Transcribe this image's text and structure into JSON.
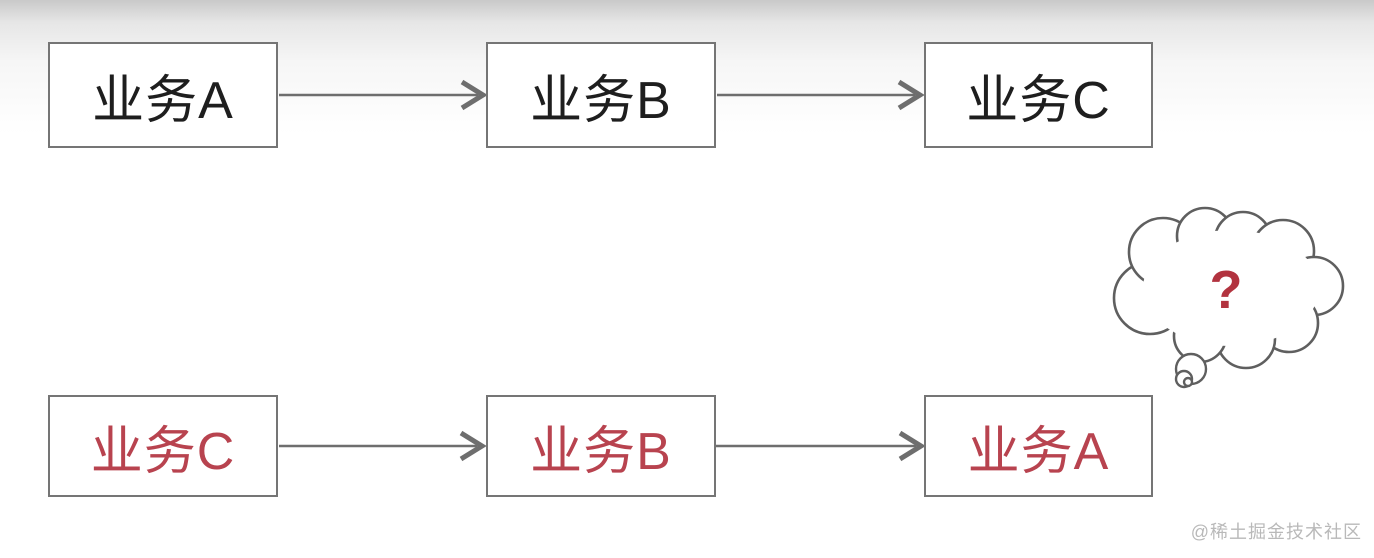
{
  "diagram": {
    "top_flow": {
      "description": "forward call chain",
      "nodes": [
        {
          "label": "业务A"
        },
        {
          "label": "业务B"
        },
        {
          "label": "业务C"
        }
      ]
    },
    "bottom_flow": {
      "description": "reversed call chain",
      "nodes": [
        {
          "label": "业务C"
        },
        {
          "label": "业务B"
        },
        {
          "label": "业务A"
        }
      ]
    },
    "thought_bubble": {
      "label": "?"
    },
    "watermark": "@稀土掘金技术社区"
  },
  "colors": {
    "box-border-color": "#757575",
    "arrow-color": "#6e6e6e",
    "cloud-color": "#5f5f5f",
    "text-black": "#1e1e1e",
    "text-red": "#b8434f",
    "question-color": "#b2333f",
    "watermark-color": "#b9b9b9"
  }
}
